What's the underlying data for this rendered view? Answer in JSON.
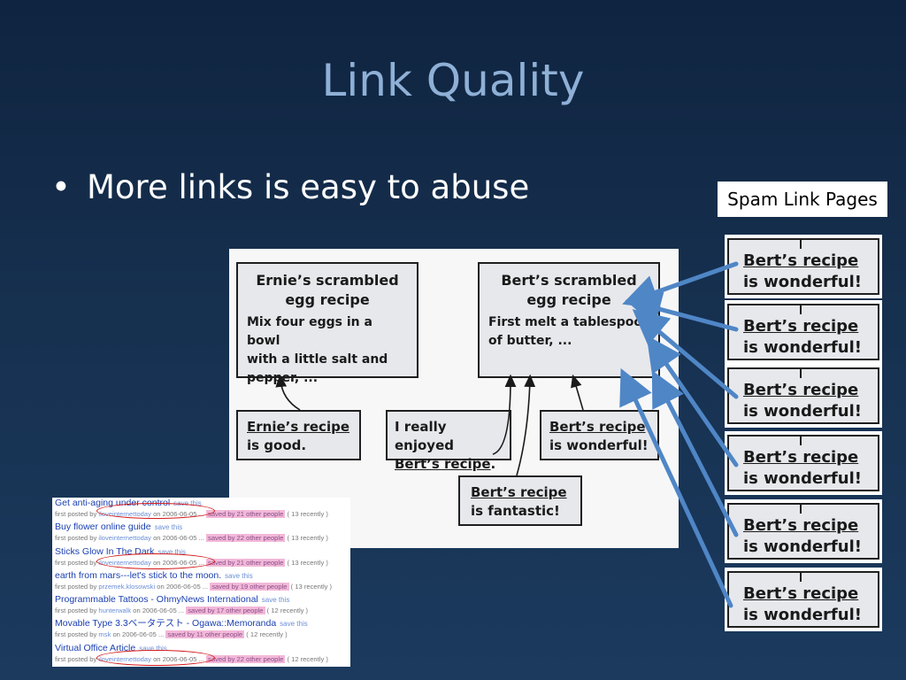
{
  "slide": {
    "title": "Link Quality",
    "bullet": "More links is easy to abuse",
    "spam_label": "Spam Link Pages"
  },
  "figure": {
    "ernie_box": {
      "title_line1": "Ernie’s scrambled",
      "title_line2": "egg recipe",
      "body_line1": "Mix four eggs in a bowl",
      "body_line2": "with a little salt and",
      "body_line3": "pepper, ..."
    },
    "bert_box": {
      "title_line1": "Bert’s scrambled",
      "title_line2": "egg recipe",
      "body_line1": "First melt a tablespoon",
      "body_line2": "of butter, ..."
    },
    "ernie_good": {
      "line1": "Ernie’s recipe",
      "line2": "is good."
    },
    "enjoyed": {
      "line1": "I really enjoyed",
      "line2": "Bert’s recipe",
      "line2_end": "."
    },
    "fantastic": {
      "line1": "Bert’s recipe",
      "line2": "is fantastic!"
    },
    "wonderful": {
      "line1": "Bert’s recipe",
      "line2": "is wonderful!"
    }
  },
  "spam_pages": [
    {
      "line1": "Bert’s recipe",
      "line2": "is wonderful!"
    },
    {
      "line1": "Bert’s recipe",
      "line2": "is wonderful!"
    },
    {
      "line1": "Bert’s recipe",
      "line2": "is wonderful!"
    },
    {
      "line1": "Bert’s recipe",
      "line2": "is wonderful!"
    },
    {
      "line1": "Bert’s recipe",
      "line2": "is wonderful!"
    },
    {
      "line1": "Bert’s recipe",
      "line2": "is wonderful!"
    }
  ],
  "bookmarks": [
    {
      "title": "Get anti-aging under control",
      "save": "save this",
      "pre": "first posted by",
      "user": "iloveinternettoday",
      "date": "on 2006-06-05 ...",
      "saved": "saved by 21 other people",
      "recent": "( 13 recently )"
    },
    {
      "title": "Buy flower online guide",
      "save": "save this",
      "pre": "first posted by",
      "user": "iloveinternettoday",
      "date": "on 2006-06-05 ...",
      "saved": "saved by 22 other people",
      "recent": "( 13 recently )"
    },
    {
      "title": "Sticks Glow In The Dark",
      "save": "save this",
      "pre": "first posted by",
      "user": "iloveinternettoday",
      "date": "on 2006-06-05 ...",
      "saved": "saved by 21 other people",
      "recent": "( 13 recently )"
    },
    {
      "title": "earth from mars---let's stick to the moon.",
      "save": "save this",
      "pre": "first posted by",
      "user": "przemek.klosowski",
      "date": "on 2006-06-05 ...",
      "saved": "saved by 19 other people",
      "recent": "( 13 recently )"
    },
    {
      "title": "Programmable Tattoos - OhmyNews International",
      "save": "save this",
      "pre": "first posted by",
      "user": "hunterwalk",
      "date": "on 2006-06-05 ...",
      "saved": "saved by 17 other people",
      "recent": "( 12 recently )"
    },
    {
      "title": "Movable Type 3.3ベータテスト - Ogawa::Memoranda",
      "save": "save this",
      "pre": "first posted by",
      "user": "msk",
      "date": "on 2006-06-05 ...",
      "saved": "saved by 11 other people",
      "recent": "( 12 recently )"
    },
    {
      "title": "Virtual Office Article",
      "save": "save this",
      "pre": "first posted by",
      "user": "iloveinternettoday",
      "date": "on 2006-06-05 ...",
      "saved": "saved by 22 other people",
      "recent": "( 12 recently )"
    }
  ],
  "colors": {
    "arrow": "#4f86c6",
    "circle": "#d41a1a",
    "title": "#8fb0d6"
  }
}
